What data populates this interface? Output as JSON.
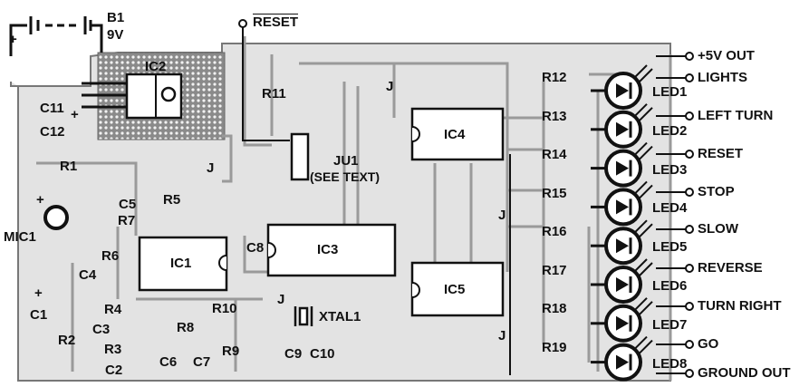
{
  "battery": {
    "name": "B1",
    "voltage": "9V",
    "plus": "+"
  },
  "reset_input": "RESET",
  "ics": {
    "ic1": "IC1",
    "ic2": "IC2",
    "ic3": "IC3",
    "ic4": "IC4",
    "ic5": "IC5"
  },
  "jumper": {
    "name": "JU1",
    "note": "(SEE TEXT)"
  },
  "crystal": "XTAL1",
  "mic": "MIC1",
  "jumper_wire_label": "J",
  "resistors": {
    "r1": "R1",
    "r2": "R2",
    "r3": "R3",
    "r4": "R4",
    "r5": "R5",
    "r6": "R6",
    "r7": "R7",
    "r8": "R8",
    "r9": "R9",
    "r10": "R10",
    "r11": "R11"
  },
  "capacitors": {
    "c1": "C1",
    "c2": "C2",
    "c3": "C3",
    "c4": "C4",
    "c5": "C5",
    "c6": "C6",
    "c7": "C7",
    "c8": "C8",
    "c9": "C9",
    "c10": "C10",
    "c11": "C11",
    "c12": "C12"
  },
  "led_resistors": [
    "R12",
    "R13",
    "R14",
    "R15",
    "R16",
    "R17",
    "R18",
    "R19"
  ],
  "leds": [
    "LED1",
    "LED2",
    "LED3",
    "LED4",
    "LED5",
    "LED6",
    "LED7",
    "LED8"
  ],
  "outputs": [
    "+5V  OUT",
    "LIGHTS",
    "LEFT TURN",
    "RESET",
    "STOP",
    "SLOW",
    "REVERSE",
    "TURN RIGHT",
    "GO",
    "GROUND OUT"
  ],
  "plus_sign": "+"
}
